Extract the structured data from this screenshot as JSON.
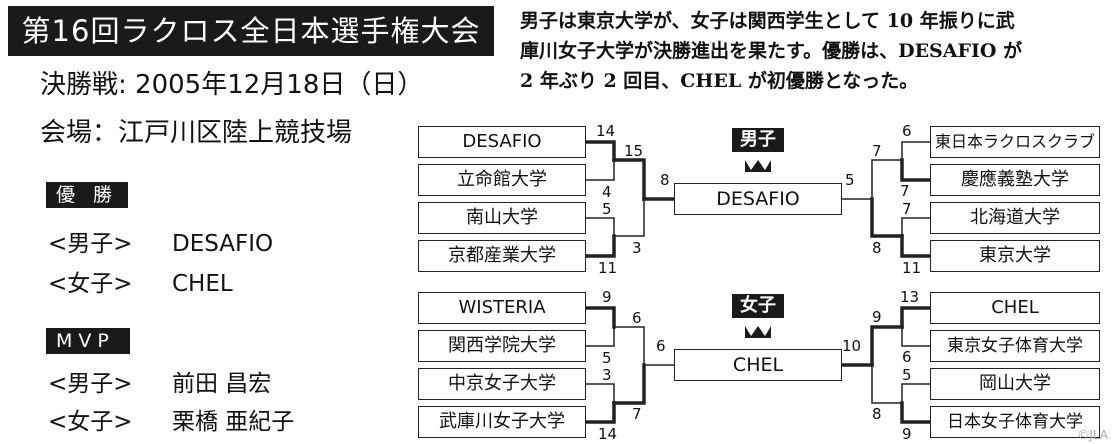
{
  "title": "第16回ラクロス全日本選手権大会",
  "description": [
    "男子は東京大学が、女子は関西学生として 10 年振りに武",
    "庫川女子大学が決勝進出を果たす。優勝は、DESAFIO が",
    "2 年ぶり 2 回目、CHEL が初優勝となった。"
  ],
  "final_date": "決勝戦: 2005年12月18日（日）",
  "venue": "会場：江戸川区陸上競技場",
  "champion": {
    "heading": "優 勝",
    "men": {
      "category": "<男子>",
      "value": "DESAFIO"
    },
    "women": {
      "category": "<女子>",
      "value": "CHEL"
    }
  },
  "mvp": {
    "heading": "MVP",
    "men": {
      "category": "<男子>",
      "value": "前田 昌宏"
    },
    "women": {
      "category": "<女子>",
      "value": "栗橋 亜紀子"
    }
  },
  "bracket": {
    "men": {
      "tag": "男子",
      "final_team": "DESAFIO",
      "left_teams": [
        "DESAFIO",
        "立命館大学",
        "南山大学",
        "京都産業大学"
      ],
      "right_teams": [
        "東日本ラクロスクラブ",
        "慶應義塾大学",
        "北海道大学",
        "東京大学"
      ],
      "left_first_scores": [
        "14",
        "4",
        "5",
        "11"
      ],
      "left_semi_scores": [
        "15",
        "3"
      ],
      "right_first_scores": [
        "6",
        "7",
        "7",
        "11"
      ],
      "right_semi_scores": [
        "7",
        "8"
      ],
      "final_scores": [
        "8",
        "5"
      ]
    },
    "women": {
      "tag": "女子",
      "final_team": "CHEL",
      "left_teams": [
        "WISTERIA",
        "関西学院大学",
        "中京女子大学",
        "武庫川女子大学"
      ],
      "right_teams": [
        "CHEL",
        "東京女子体育大学",
        "岡山大学",
        "日本女子体育大学"
      ],
      "left_first_scores": [
        "9",
        "5",
        "3",
        "14"
      ],
      "left_semi_scores": [
        "6",
        "7"
      ],
      "right_first_scores": [
        "13",
        "6",
        "5",
        "9"
      ],
      "right_semi_scores": [
        "9",
        "8"
      ],
      "final_scores": [
        "6",
        "10"
      ]
    }
  },
  "watermark": "©JLA",
  "colors": {
    "background": "#ffffff",
    "ink": "#1a1a1a",
    "line": "#222222"
  }
}
